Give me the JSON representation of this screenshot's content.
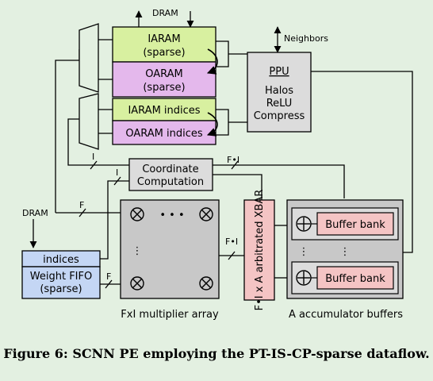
{
  "labels": {
    "dram_top": "DRAM",
    "neighbors": "Neighbors",
    "iaram_line1": "IARAM",
    "iaram_line2": "(sparse)",
    "oaram_line1": "OARAM",
    "oaram_line2": "(sparse)",
    "iaram_indices": "IARAM indices",
    "oaram_indices": "OARAM indices",
    "ppu_title": "PPU",
    "ppu_line1": "Halos",
    "ppu_line2": "ReLU",
    "ppu_line3": "Compress",
    "coord_line1": "Coordinate",
    "coord_line2": "Computation",
    "bus_i_1": "I",
    "bus_i_2": "I",
    "bus_fi_1": "F•I",
    "bus_fi_2": "F•I",
    "bus_f_1": "F",
    "bus_f_2": "F",
    "dram_left": "DRAM",
    "indices": "indices",
    "weight_fifo_line1": "Weight FIFO",
    "weight_fifo_line2": "(sparse)",
    "xbar": "F•I x A arbitrated XBAR",
    "mult_dots_h": "• • •",
    "mult_dots_v": "⋮",
    "acc_dots": "⋮",
    "buffer_bank_1": "Buffer bank",
    "buffer_bank_2": "Buffer bank",
    "mult_array_label": "FxI multiplier array",
    "acc_label": "A accumulator buffers"
  },
  "caption": "Figure 6: SCNN PE employing the PT-IS-CP-sparse dataflow.",
  "colors": {
    "background": "#e3f0e1",
    "iaram": "#d8f0a0",
    "oaram": "#e4b8ec",
    "ppu": "#dcdcdc",
    "coord": "#dcdcdc",
    "multiplier": "#c8c8c8",
    "xbar": "#f4c4c4",
    "accumulator": "#c8c8c8",
    "buffer_bank": "#f4c4c4",
    "weight_fifo": "#c4d6f4"
  }
}
